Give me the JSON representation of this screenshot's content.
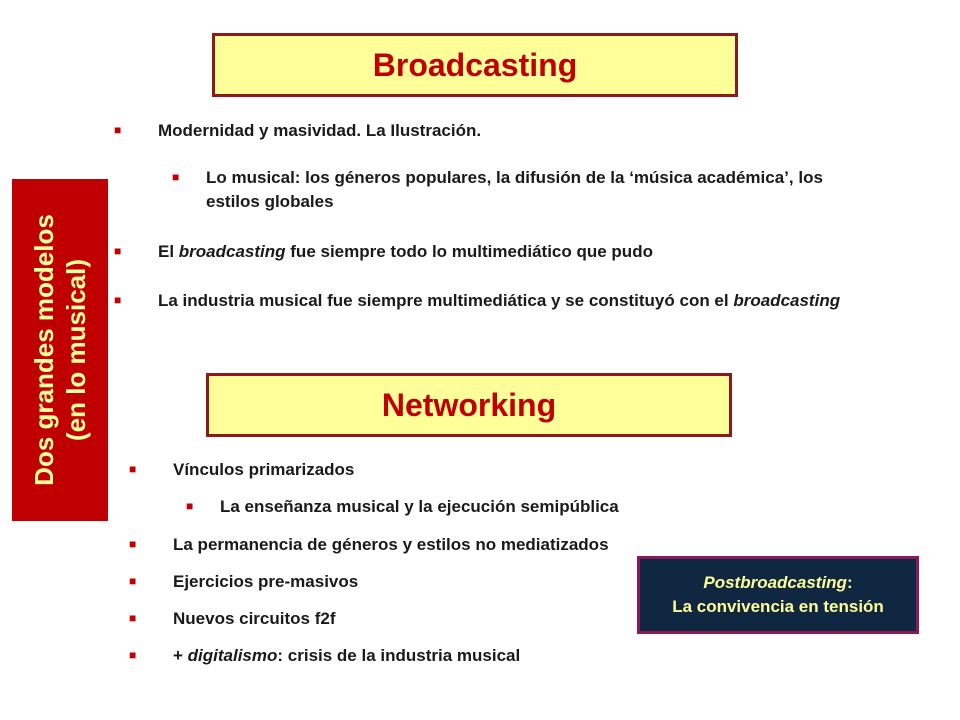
{
  "broadcasting": {
    "title": "Broadcasting",
    "bullets": {
      "b1": "Modernidad y masividad. La Ilustración.",
      "b2": "Lo musical: los géneros populares, la difusión de la ‘música académica’, los estilos globales",
      "b3_pre": "El ",
      "b3_em": "broadcasting",
      "b3_post": " fue siempre todo lo multimediático que pudo",
      "b4_pre": "La industria musical fue siempre multimediática y se constituyó con el ",
      "b4_em": "broadcasting"
    }
  },
  "side_label": {
    "line1": "Dos grandes modelos",
    "line2": "(en lo musical)"
  },
  "networking": {
    "title": "Networking",
    "bullets": {
      "n1": "Vínculos primarizados",
      "n2": "La enseñanza musical y la ejecución semipública",
      "n3": "La permanencia de géneros y estilos no mediatizados",
      "n4": "Ejercicios pre-masivos",
      "n5": "Nuevos circuitos f2f",
      "n6_pre": "+ ",
      "n6_em": "digitalismo",
      "n6_post": ": crisis de la industria musical"
    }
  },
  "note": {
    "line1_em": "Postbroadcasting",
    "line1_post": ":",
    "line2": "La convivencia en tensión"
  },
  "colors": {
    "accent_red": "#c00000",
    "title_fill": "#ffff99",
    "note_fill": "#0f2740"
  }
}
